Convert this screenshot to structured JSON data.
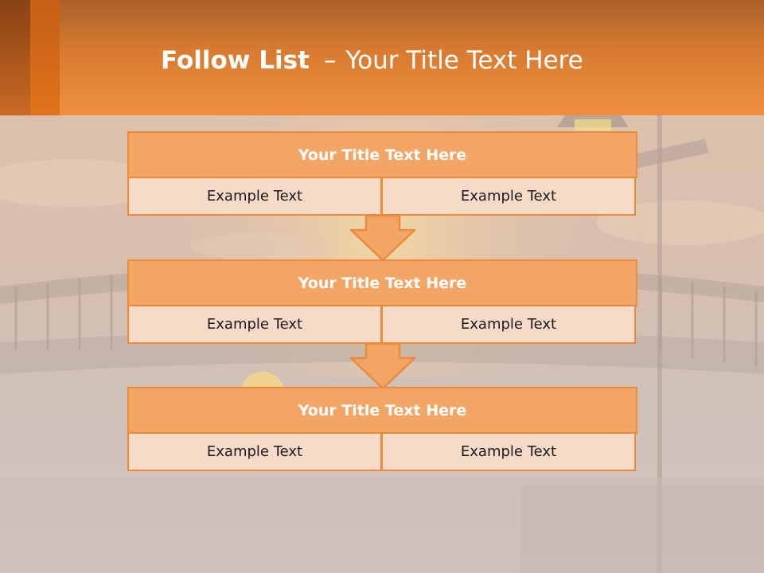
{
  "header": {
    "title_bold": "Follow List",
    "title_sep": "–",
    "title_rest": "Your Title Text Here"
  },
  "steps": [
    {
      "title": "Your Title Text Here",
      "left": "Example Text",
      "right": "Example Text"
    },
    {
      "title": "Your Title Text Here",
      "left": "Example Text",
      "right": "Example Text"
    },
    {
      "title": "Your Title Text Here",
      "left": "Example Text",
      "right": "Example Text"
    }
  ],
  "colors": {
    "header_orange": "#ef9040",
    "block_title_fill": "#f2a565",
    "block_border": "#ea8a3a",
    "cell_fill": "#f8dac8"
  }
}
